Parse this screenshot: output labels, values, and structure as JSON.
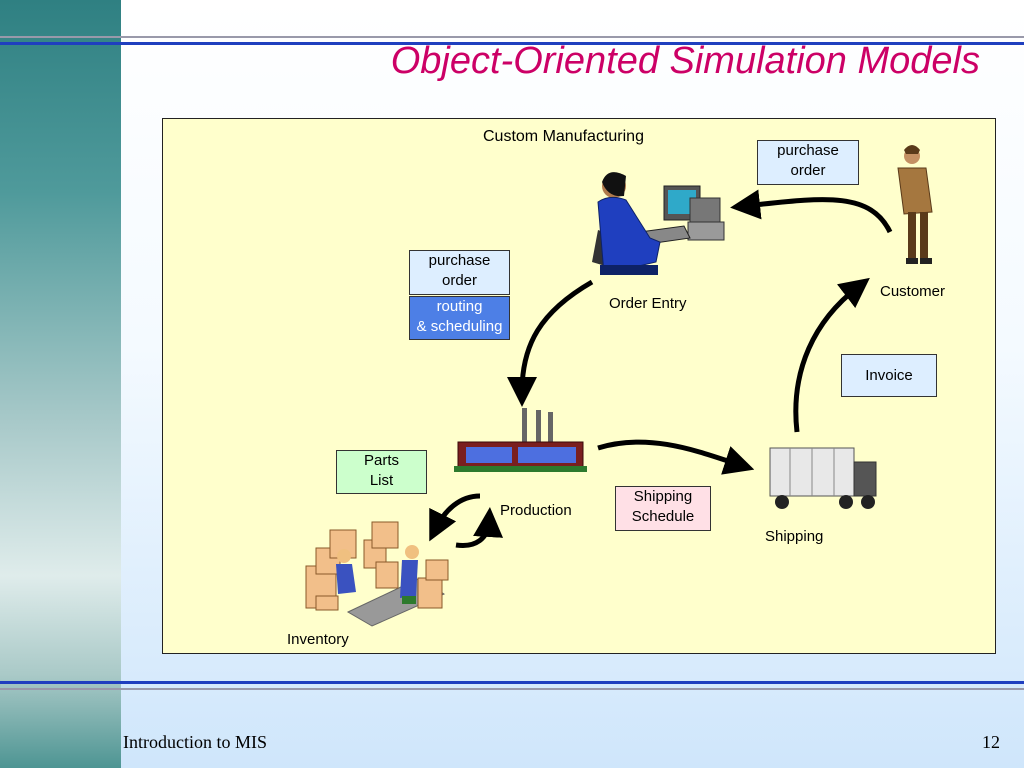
{
  "slide": {
    "title": "Object-Oriented Simulation Models",
    "footer_left": "Introduction to MIS",
    "page_number": "12"
  },
  "diagram": {
    "heading": "Custom Manufacturing",
    "nodes": {
      "order_entry": "Order Entry",
      "customer": "Customer",
      "production": "Production",
      "shipping": "Shipping",
      "inventory": "Inventory"
    },
    "boxes": {
      "po_customer": [
        "purchase",
        "order"
      ],
      "po_production": [
        "purchase",
        "order"
      ],
      "routing": [
        "routing",
        "& scheduling"
      ],
      "invoice": [
        "Invoice"
      ],
      "parts_list": [
        "Parts",
        "List"
      ],
      "shipping_schedule": [
        "Shipping",
        "Schedule"
      ]
    },
    "colors": {
      "title": "#cc0066",
      "panel": "#ffffcc",
      "po_box": "#ddeeff",
      "routing_box": "#4d7fe6",
      "parts_box": "#ccffcc",
      "shipping_box": "#ffe0e6",
      "rule": "#1f3fbf"
    }
  }
}
